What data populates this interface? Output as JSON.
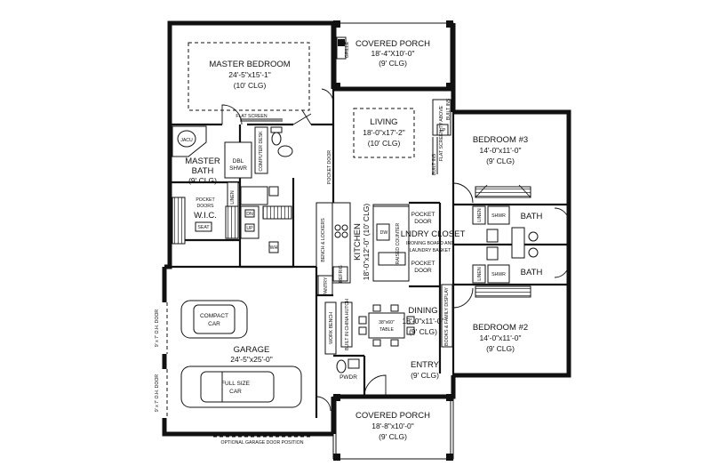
{
  "rooms": {
    "covered_porch_rear": {
      "name": "COVERED PORCH",
      "dims": "18'-4\"X10'-0\"",
      "clg": "(9' CLG)"
    },
    "master_bedroom": {
      "name": "MASTER BEDROOM",
      "dims": "24'-5\"x15'-1\"",
      "clg": "(10' CLG)"
    },
    "living": {
      "name": "LIVING",
      "dims": "18'-0\"x17'-2\"",
      "clg": "(10' CLG)"
    },
    "bedroom3": {
      "name": "BEDROOM #3",
      "dims": "14'-0\"x11'-0\"",
      "clg": "(9' CLG)"
    },
    "master_bath": {
      "name": "MASTER",
      "name2": "BATH",
      "clg": "(9' CLG)"
    },
    "wic": {
      "name": "W.I.C."
    },
    "kitchen": {
      "name": "KITCHEN",
      "dims": "18'-0\"x12'-0\" (10' CLG)"
    },
    "laundry": {
      "name": "LNDRY CLOSET",
      "note1": "IRONING BOARD AND",
      "note2": "LAUNDRY BASKET"
    },
    "bath_upper": {
      "name": "BATH"
    },
    "bath_lower": {
      "name": "BATH"
    },
    "bedroom2": {
      "name": "BEDROOM #2",
      "dims": "14'-0\"x11'-0\"",
      "clg": "(9' CLG)"
    },
    "dining": {
      "name": "DINING",
      "dims": "18'-0\"x11'-0\"",
      "clg": "(9' CLG)"
    },
    "garage": {
      "name": "GARAGE",
      "dims": "24'-5\"x25'-0\""
    },
    "entry": {
      "name": "ENTRY",
      "clg": "(9' CLG)"
    },
    "pwdr": {
      "name": "PWDR"
    },
    "covered_porch_front": {
      "name": "COVERED PORCH",
      "dims": "18'-8\"x10'-0\"",
      "clg": "(9' CLG)"
    }
  },
  "labels": {
    "grille": "GRILLE",
    "flat_screen": "FLAT SCREEN",
    "jacuzzi": "JACU",
    "dbl_shwr": "DBL",
    "dbl_shwr2": "SHWR",
    "computer_desk": "COMPUTER DESK",
    "linen": "LINEN",
    "pocket": "POCKET",
    "doors": "DOORS",
    "seat": "SEAT",
    "wh": "WH",
    "pocket_door_vert": "POCKET DOOR",
    "bench_lockers": "BENCH & LOCKERS",
    "refrig": "REFRIG",
    "pantry": "PANTRY",
    "work_bench": "WORK BENCH",
    "built_in_china": "BUILT IN CHINA HUTCH",
    "dw": "DW",
    "raised_counter": "RAISED COUNTER",
    "pocket_door1": "POCKET",
    "pocket_door1b": "DOOR",
    "pocket_door2": "POCKET",
    "pocket_door2b": "DOOR",
    "flat_screen_tv": "FLAT SCREEN TV ABOVE",
    "built_ins": "BUILT INS",
    "fp": "FP",
    "shwr_upper": "SHWR",
    "shwr_lower": "SHWR",
    "books_display": "BOOKS & FAMILY DISPLAY",
    "table": "38\"x60\"",
    "table2": "TABLE",
    "compact_car": "COMPACT",
    "compact_car2": "CAR",
    "full_size_car": "FULL SIZE",
    "full_size_car2": "CAR",
    "garage_door_1": "9' x 7' O.H. DOOR",
    "garage_door_2": "9' x 7' O.H. DOOR",
    "optional_garage": "OPTIONAL GARAGE DOOR POSITION",
    "linen_b3": "LINEN",
    "linen_b2": "LINEN",
    "dn": "DN",
    "up": "UP"
  }
}
